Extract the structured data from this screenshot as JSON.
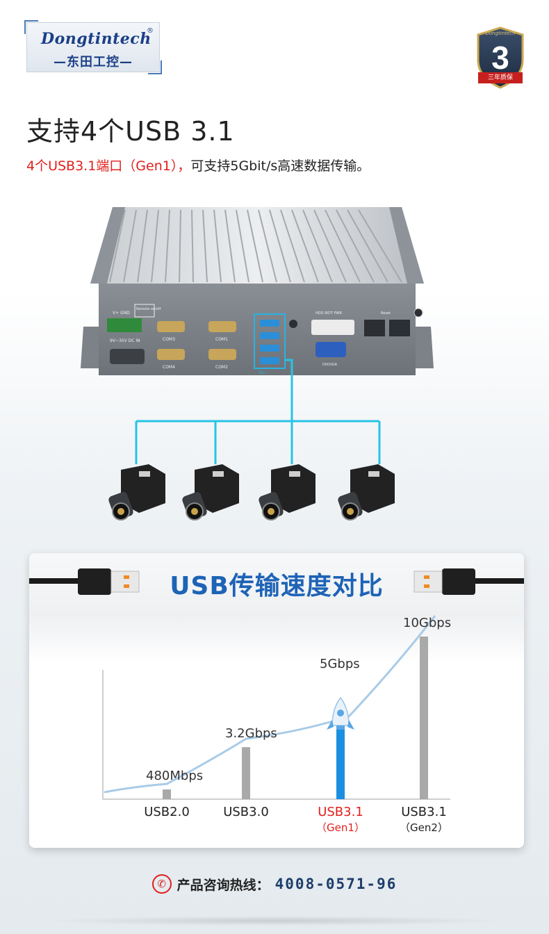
{
  "logo": {
    "brand_en": "Dongtintech",
    "registered": "®",
    "brand_cn": "—东田工控—"
  },
  "badge": {
    "brand": "Dongtintech",
    "number": "3",
    "ribbon": "三年质保"
  },
  "heading": {
    "title": "支持4个USB 3.1",
    "subtitle_red": "4个USB3.1端口（Gen1），",
    "subtitle_dark": "可支持5Gbit/s高速数据传输。"
  },
  "device": {
    "ports": {
      "power_label_top": "V+  GND",
      "remote_label": "Remote on/off",
      "dc_in": "9V~35V DC IN",
      "com3": "COM3",
      "com1": "COM1",
      "com4": "COM4",
      "com2": "COM2",
      "leds": "HDD  WDT  PWR",
      "reset": "Reset",
      "video": "DVI/VGA",
      "usb_mark": "SS⟵"
    }
  },
  "camera_count": 4,
  "speed_chart": {
    "title": "USB传输速度对比",
    "colors": {
      "title": "#1d63b6",
      "bar": "#a9a9a9",
      "highlight_bar": "#1a8fe0",
      "curve": "#a8cbe8",
      "highlight_label": "#e0201c"
    },
    "chart_data": {
      "type": "bar",
      "categories": [
        "USB2.0",
        "USB3.0",
        "USB3.1",
        "USB3.1"
      ],
      "category_sub": [
        "",
        "",
        "（Gen1）",
        "（Gen2）"
      ],
      "values": [
        0.48,
        3.2,
        5,
        10
      ],
      "value_labels": [
        "480Mbps",
        "3.2Gbps",
        "5Gbps",
        "10Gbps"
      ],
      "unit": "Gbps",
      "highlight_index": 2,
      "ylim": [
        0,
        10
      ],
      "grid": false,
      "legend": "none"
    }
  },
  "hotline": {
    "label": "产品咨询热线：",
    "number": "4008-0571-96"
  }
}
